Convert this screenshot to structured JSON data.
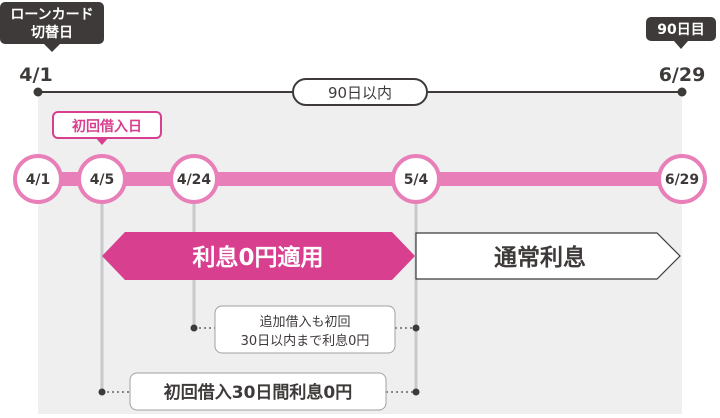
{
  "colors": {
    "accent": "#d83f8e",
    "accent_light": "#e87fb8",
    "dark": "#3e3a39",
    "panel": "#efefef",
    "connector": "#c6cacd",
    "dot_line": "#666666",
    "text": "#3e3a39"
  },
  "top_bar": {
    "start_badge_line1": "ローンカード",
    "start_badge_line2": "切替日",
    "end_badge": "90日目",
    "start_date": "4/1",
    "end_date": "6/29",
    "period_label": "90日以内"
  },
  "first_borrow_badge": "初回借入日",
  "timeline_nodes": [
    {
      "label": "4/1"
    },
    {
      "label": "4/5"
    },
    {
      "label": "4/24"
    },
    {
      "label": "5/4"
    },
    {
      "label": "6/29"
    }
  ],
  "periods": {
    "zero_interest": "利息0円適用",
    "normal_interest": "通常利息"
  },
  "notes": {
    "additional_line1": "追加借入も初回",
    "additional_line2": "30日以内まで利息0円",
    "first_30_days": "初回借入30日間利息0円"
  }
}
